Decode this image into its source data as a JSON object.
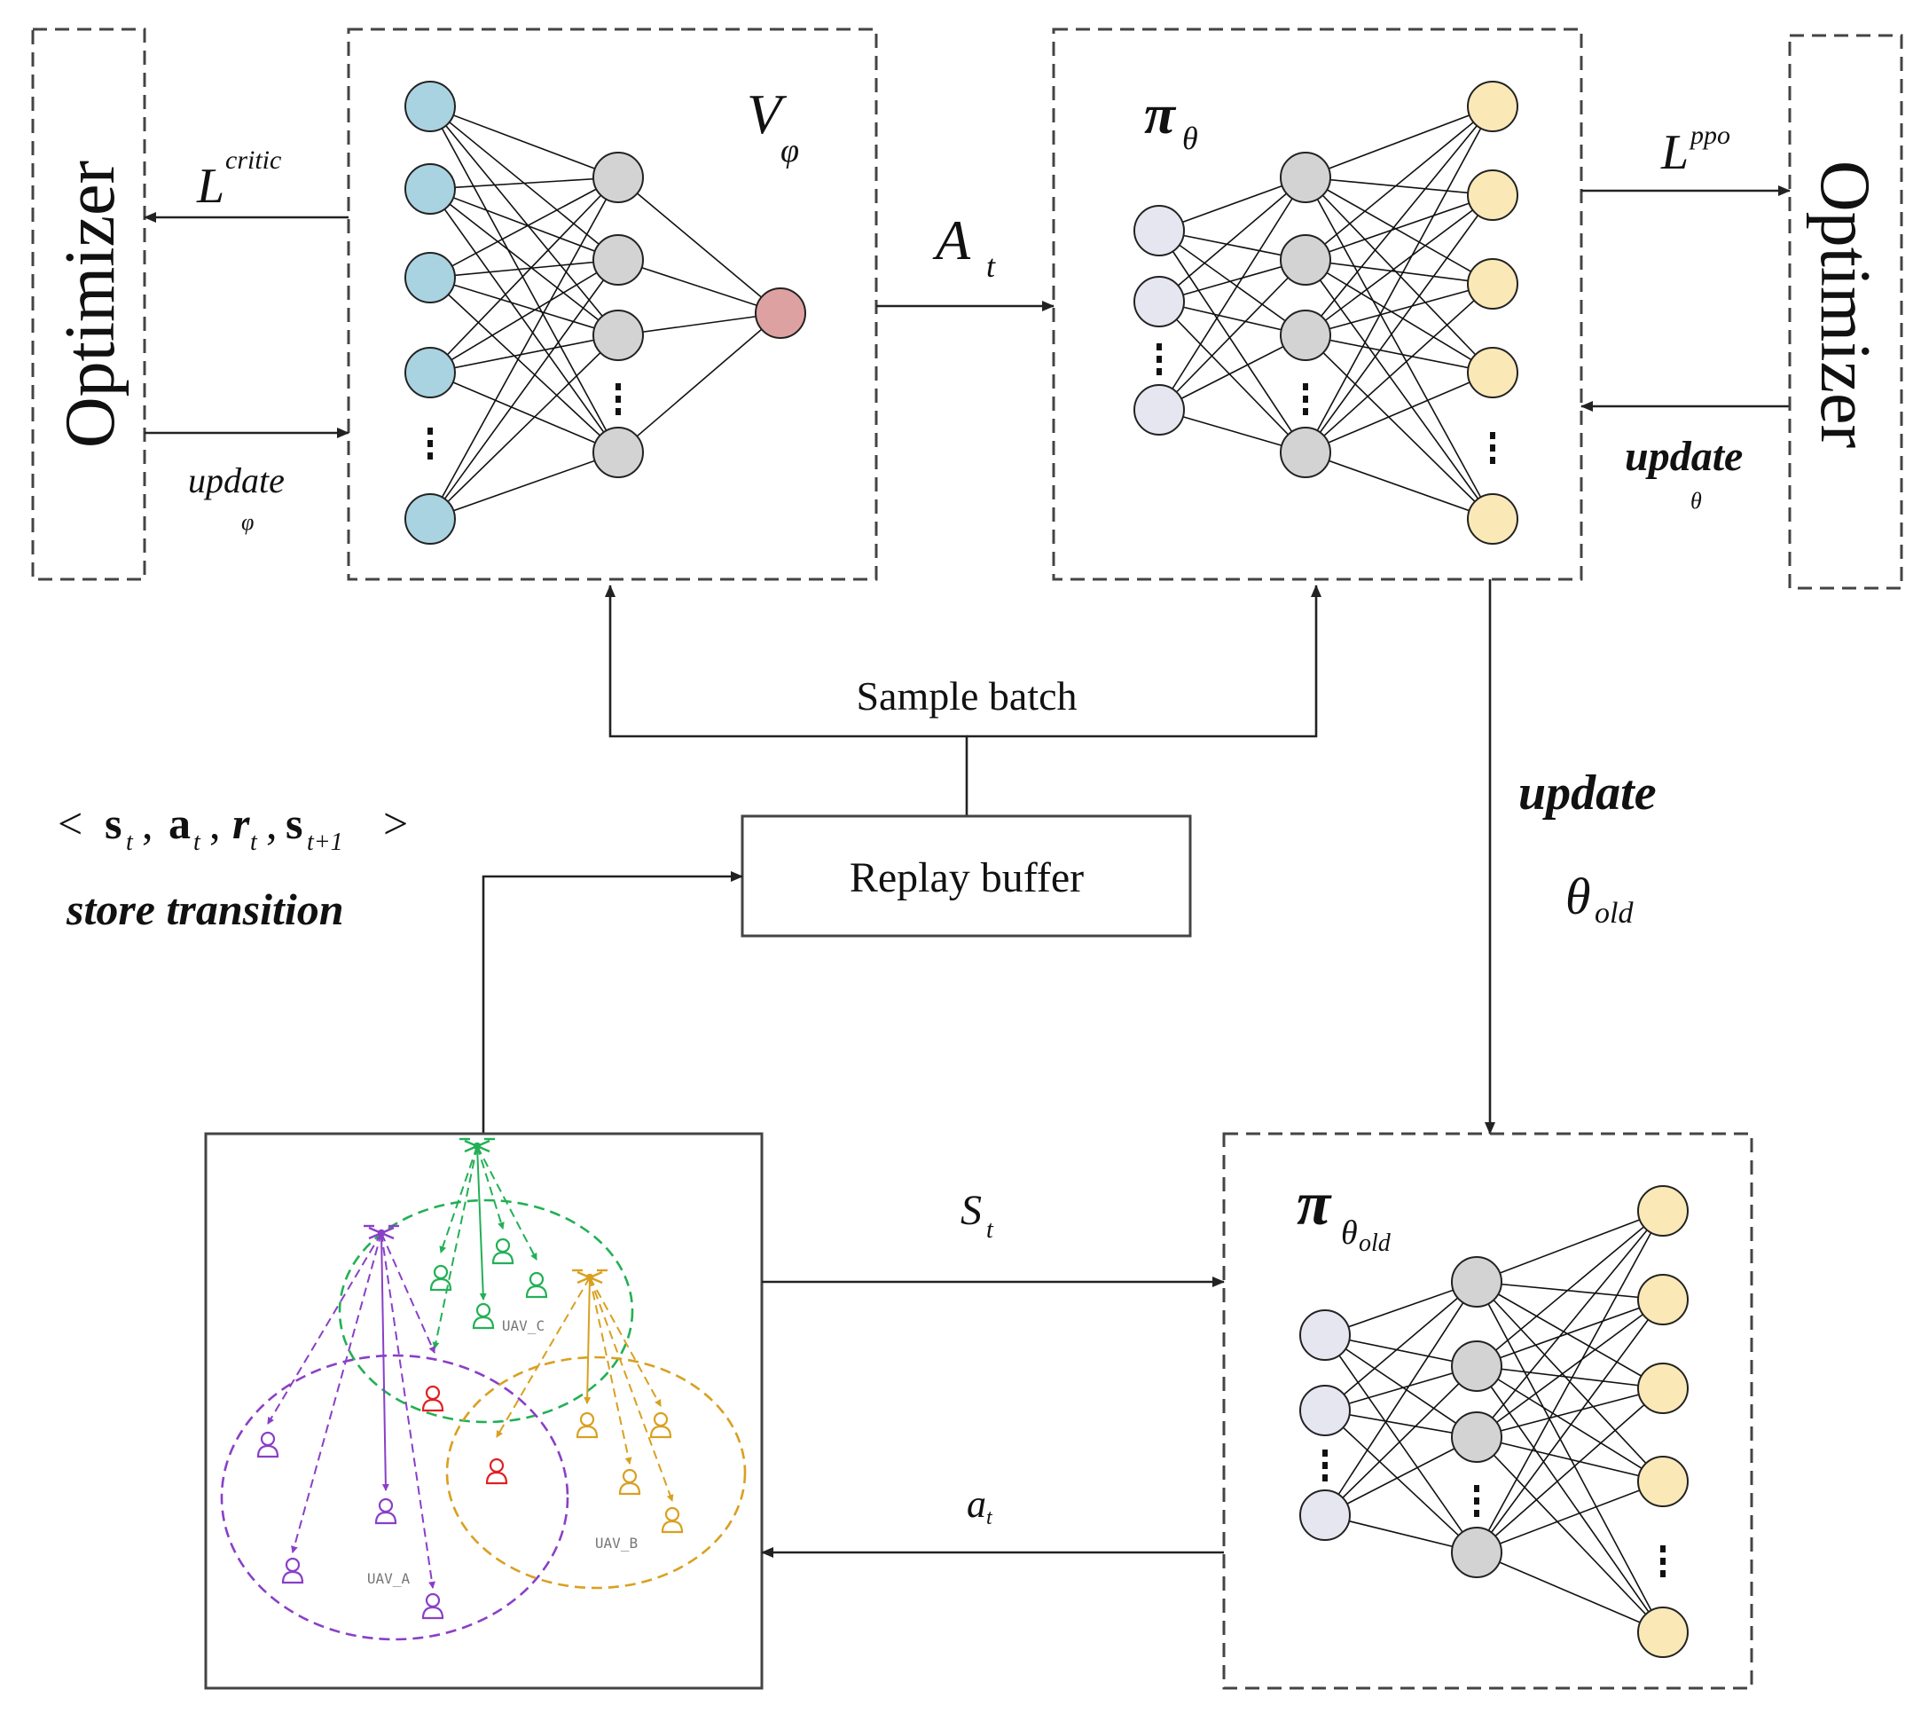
{
  "optimizer_left": {
    "label": "Optimizer"
  },
  "optimizer_right": {
    "label": "Optimizer"
  },
  "critic": {
    "symbol": "V",
    "subscript": "φ",
    "loss_label": "L",
    "loss_sup": "critic",
    "update_label": "update",
    "update_sub": "φ",
    "colors": {
      "input": "#a9d3e0",
      "hidden": "#d3d3d3",
      "output": "#dea1a1"
    }
  },
  "actor": {
    "symbol": "π",
    "subscript": "θ",
    "loss_label": "L",
    "loss_sup": "ppo",
    "update_label": "update",
    "update_sub": "θ",
    "colors": {
      "input": "#e6e6f0",
      "hidden": "#d3d3d3",
      "output": "#fbe8b7"
    }
  },
  "old_actor": {
    "symbol": "π",
    "subscript": "θ",
    "subsub": "old",
    "colors": {
      "input": "#e6e6f0",
      "hidden": "#d3d3d3",
      "output": "#fbe8b7"
    }
  },
  "advantage": {
    "label": "A",
    "sub": "t"
  },
  "sample_batch": {
    "label": "Sample batch"
  },
  "replay_buffer": {
    "label": "Replay buffer"
  },
  "transition": {
    "open": "<",
    "s": "s",
    "s_sub": "t",
    "a": "a",
    "a_sub": "t",
    "r": "r",
    "r_sub": "t",
    "s2": "s",
    "s2_sub": "t+1",
    "close": ">",
    "caption": "store transition"
  },
  "update_old": {
    "label": "update",
    "theta": "θ",
    "theta_sub": "old"
  },
  "state_edge": {
    "label": "S",
    "sub": "t"
  },
  "action_edge": {
    "label": "a",
    "sub": "t"
  },
  "environment": {
    "uavs": [
      {
        "label": "UAV_A",
        "color": "#8a3fc7"
      },
      {
        "label": "UAV_B",
        "color": "#d9a020"
      },
      {
        "label": "UAV_C",
        "color": "#22b055"
      }
    ],
    "shared_user_color": "#e02020"
  }
}
